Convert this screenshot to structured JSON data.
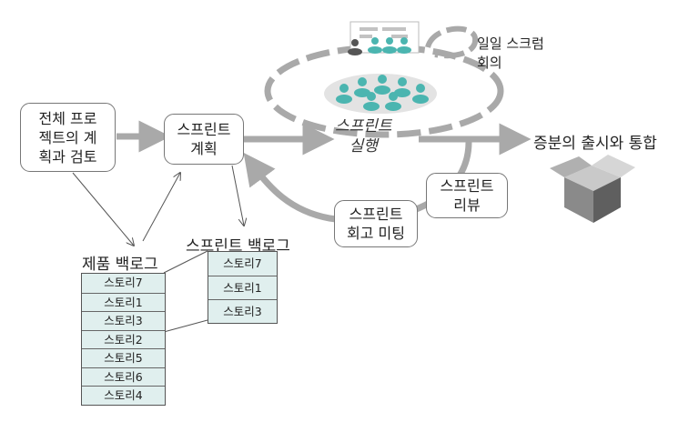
{
  "nodes": {
    "overall_review": [
      "전체 프로",
      "젝트의 계",
      "획과 검토"
    ],
    "sprint_plan": [
      "스프린트",
      "계획"
    ],
    "sprint_exec": [
      "스프린트",
      "실행"
    ],
    "daily_scrum": [
      "일일 스크럼",
      "회의"
    ],
    "increment_release": "증분의 출시와 통합",
    "sprint_review": [
      "스프린트",
      "리뷰"
    ],
    "retro_meeting": [
      "스프린트",
      "회고 미팅"
    ]
  },
  "product_backlog": {
    "title": "제품 백로그",
    "items": [
      "스토리7",
      "스토리1",
      "스토리3",
      "스토리2",
      "스토리5",
      "스토리6",
      "스토리4"
    ]
  },
  "sprint_backlog": {
    "title": "스프린트 백로그",
    "items": [
      "스토리7",
      "스토리1",
      "스토리3"
    ]
  },
  "colors": {
    "arrow": "#a9a9a9",
    "people": "#4bb5b0",
    "table_fill": "#e0efee"
  },
  "icons": [
    "people-group-icon",
    "task-board-icon",
    "package-box-icon"
  ]
}
